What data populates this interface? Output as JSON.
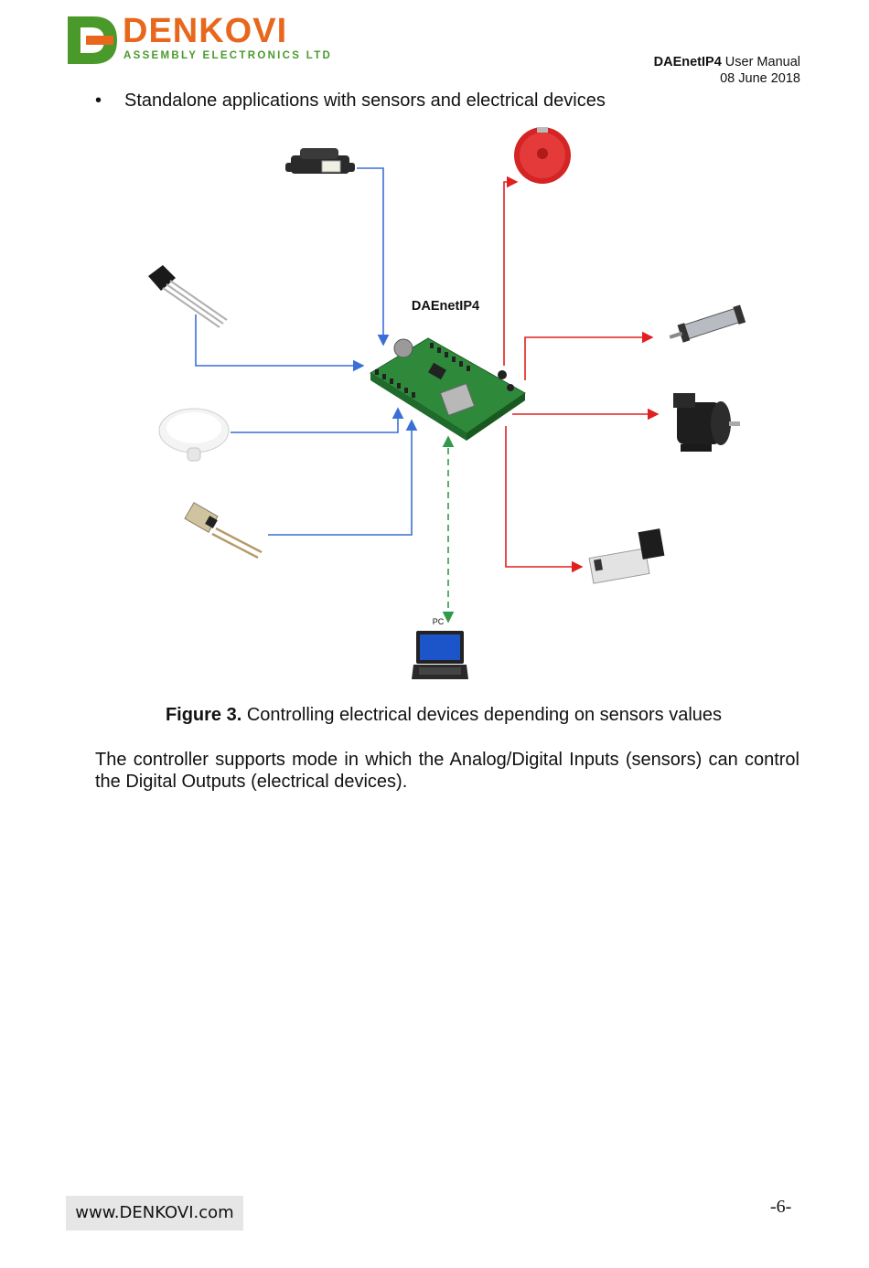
{
  "logo": {
    "wordmark": "DENKOVI",
    "tagline": "ASSEMBLY ELECTRONICS LTD",
    "colors": {
      "orange": "#e8671c",
      "green": "#4a9a2b"
    }
  },
  "header": {
    "product": "DAEnetIP4",
    "doc_type": " User Manual",
    "date": "08 June 2018"
  },
  "bullet_item": "Standalone applications with sensors and electrical devices",
  "diagram": {
    "center_label": "DAEnetIP4",
    "pc_label": "PC",
    "colors": {
      "input_line": "#3a6fd8",
      "output_line": "#e02020",
      "pc_line": "#2f9a4a"
    },
    "inputs": [
      "distance-sensor",
      "temperature-transistor",
      "motion-sensor",
      "humidity-sensor"
    ],
    "outputs": [
      "alarm-bell",
      "pneumatic-cylinder",
      "electric-motor",
      "solenoid-valve"
    ]
  },
  "figure": {
    "label": "Figure 3.",
    "caption": " Controlling electrical devices depending on sensors values"
  },
  "paragraph": "The controller supports mode in which the Analog/Digital Inputs (sensors) can control the Digital Outputs (electrical devices).",
  "footer": {
    "website": "www.DENKOVI.com",
    "page": "-6-"
  }
}
